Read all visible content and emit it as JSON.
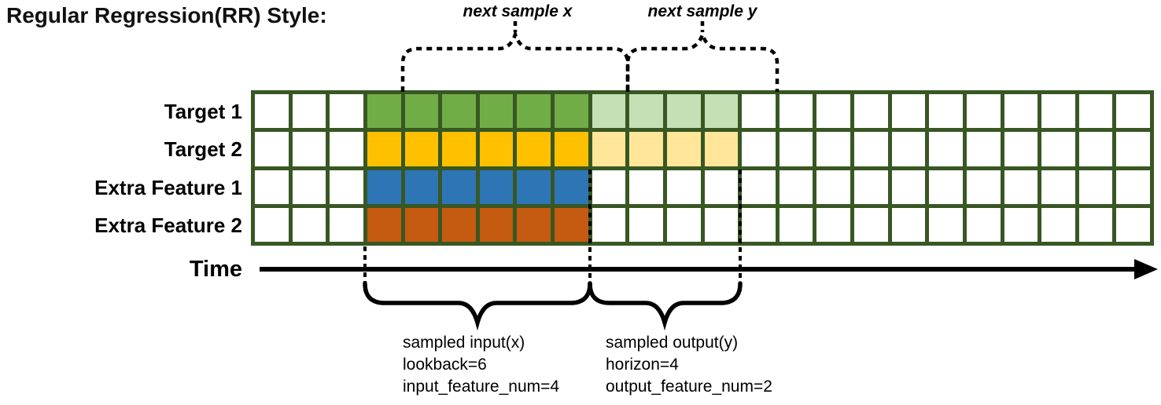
{
  "title": "Regular Regression(RR) Style:",
  "palette": {
    "grid_line": "#385723",
    "empty_cell": "#FFFFFF",
    "target1_input": "#70AD47",
    "target1_output": "#C5E0B4",
    "target2_input": "#FFC000",
    "target2_output": "#FFE699",
    "extra_feature1_input": "#2E75B6",
    "extra_feature2_input": "#C55A11",
    "annotation_line": "#000000"
  },
  "grid": {
    "columns": 24,
    "rows": [
      {
        "label": "Target 1",
        "segments": [
          {
            "count": 3,
            "fill": "empty_cell"
          },
          {
            "count": 6,
            "fill": "target1_input"
          },
          {
            "count": 4,
            "fill": "target1_output"
          },
          {
            "count": 11,
            "fill": "empty_cell"
          }
        ]
      },
      {
        "label": "Target 2",
        "segments": [
          {
            "count": 3,
            "fill": "empty_cell"
          },
          {
            "count": 6,
            "fill": "target2_input"
          },
          {
            "count": 4,
            "fill": "target2_output"
          },
          {
            "count": 11,
            "fill": "empty_cell"
          }
        ]
      },
      {
        "label": "Extra Feature 1",
        "segments": [
          {
            "count": 3,
            "fill": "empty_cell"
          },
          {
            "count": 6,
            "fill": "extra_feature1_input"
          },
          {
            "count": 15,
            "fill": "empty_cell"
          }
        ]
      },
      {
        "label": "Extra Feature 2",
        "segments": [
          {
            "count": 3,
            "fill": "empty_cell"
          },
          {
            "count": 6,
            "fill": "extra_feature2_input"
          },
          {
            "count": 15,
            "fill": "empty_cell"
          }
        ]
      }
    ]
  },
  "annotations": {
    "next_sample_x": "next sample x",
    "next_sample_y": "next sample y",
    "time_label": "Time",
    "sampled_input": {
      "lines": [
        "sampled input(x)",
        "lookback=6",
        "input_feature_num=4"
      ]
    },
    "sampled_output": {
      "lines": [
        "sampled output(y)",
        "horizon=4",
        "output_feature_num=2"
      ]
    }
  }
}
